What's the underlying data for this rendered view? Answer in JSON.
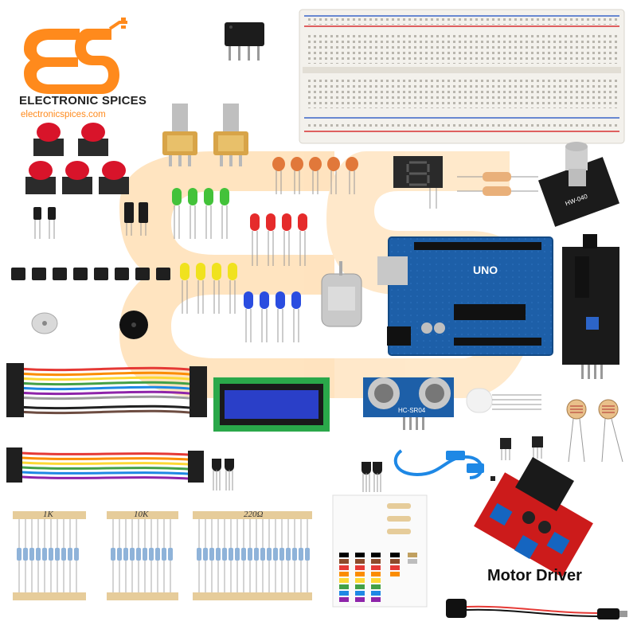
{
  "brand": {
    "name": "ELECTRONIC SPICES",
    "url": "electronicspices.com",
    "logo_letters": "ES",
    "accent_color": "#ff8a1c"
  },
  "labels": {
    "motor_driver": "Motor Driver",
    "arduino_board": "UNO",
    "ultrasonic_sensor": "HC-SR04",
    "encoder_module": "HW-040",
    "resistor_strip_1": "1K",
    "resistor_strip_2": "10K",
    "resistor_strip_3": "220Ω"
  },
  "colors": {
    "breadboard": "#f3f1ec",
    "arduino_blue": "#1d5fa8",
    "button_red": "#d8142a",
    "lcd_screen": "#2a3fc8",
    "motor_driver_red": "#cc1b1b",
    "led_green": "#43c23a",
    "led_red": "#e52b2b",
    "led_yellow": "#f0e21e",
    "led_blue": "#2a4de0"
  }
}
